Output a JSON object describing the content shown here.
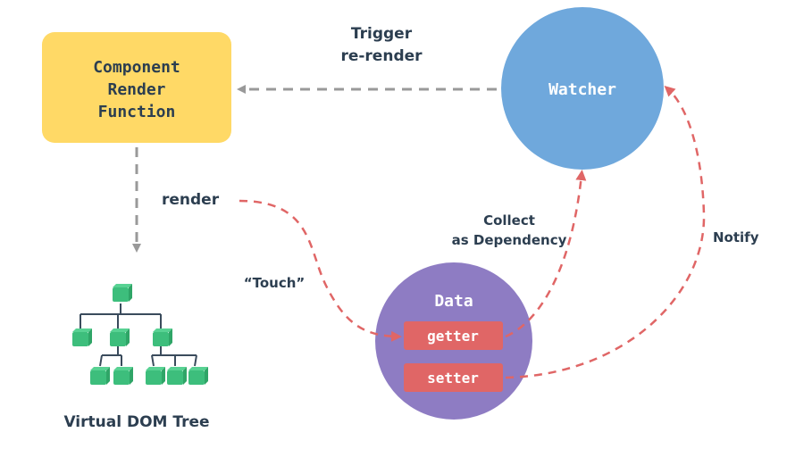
{
  "component": {
    "line1": "Component",
    "line2": "Render",
    "line3": "Function"
  },
  "watcher": {
    "label": "Watcher"
  },
  "data_node": {
    "label": "Data",
    "getter": "getter",
    "setter": "setter"
  },
  "labels": {
    "trigger_line1": "Trigger",
    "trigger_line2": "re-render",
    "render": "render",
    "touch": "“Touch”",
    "collect_line1": "Collect",
    "collect_line2": "as Dependency",
    "notify": "Notify",
    "vdom": "Virtual DOM Tree"
  },
  "colors": {
    "component_fill": "#FFD966",
    "watcher_fill": "#6FA8DC",
    "data_fill": "#8E7CC3",
    "pill_fill": "#E06666",
    "arrow_red": "#E06666",
    "arrow_gray": "#999999",
    "tree_node": "#3DBE7C",
    "text_dark": "#2C3E50",
    "text_light": "#ffffff"
  }
}
